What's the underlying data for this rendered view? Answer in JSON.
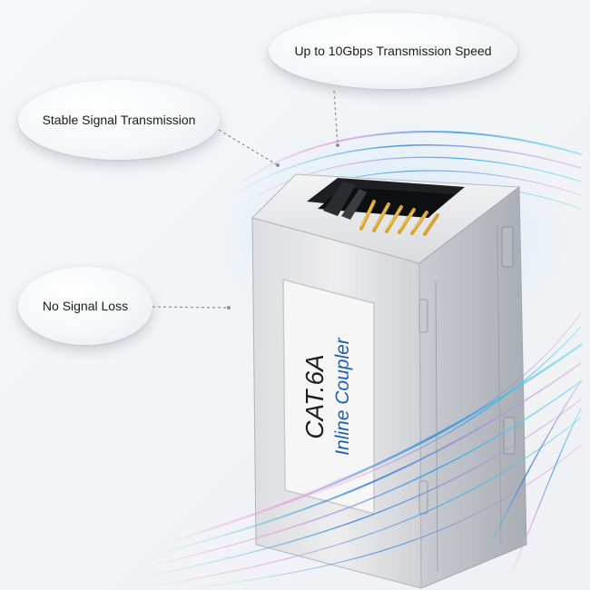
{
  "callouts": {
    "speed": "Up to 10Gbps Transmission Speed",
    "stable": "Stable Signal Transmission",
    "loss": "No Signal Loss"
  },
  "product": {
    "line1": "CAT.6A",
    "line2": "Inline Coupler"
  },
  "colors": {
    "background": "#f4f5f7",
    "metal_light": "#e8e9eb",
    "metal_dark": "#b9bcc1",
    "gold_pins": "#d8a534",
    "wave_blue": "#3aa0e6",
    "wave_pink": "#e8a6d8",
    "wave_cyan": "#6fe0e6"
  }
}
